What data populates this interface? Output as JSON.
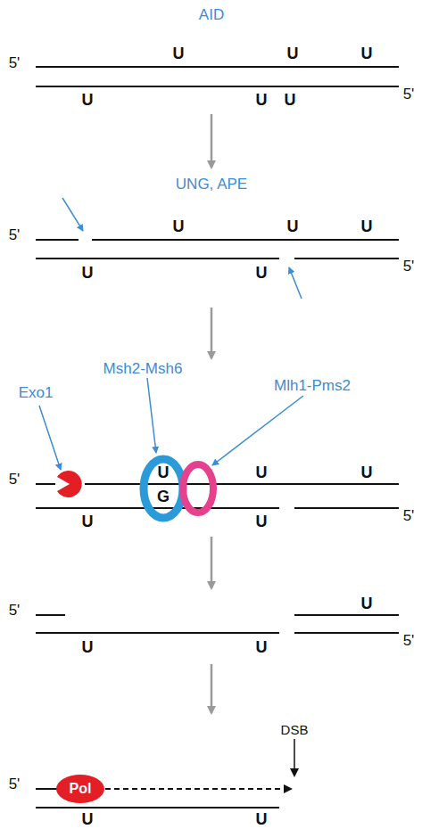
{
  "diagram": {
    "nodes": [
      {
        "text": [
          "Pol"
        ]
      }
    ],
    "labels": [
      "AID",
      "5'",
      "U",
      "U",
      "U",
      "U",
      "U",
      "U",
      "5'",
      "UNG, APE",
      "5'",
      "U",
      "U",
      "U",
      "U",
      "U",
      "5'",
      "Msh2-Msh6",
      "Exo1",
      "Mlh1-Pms2",
      "5'",
      "U",
      "U",
      "U",
      "G",
      "U",
      "U",
      "5'",
      "5'",
      "U",
      "U",
      "U",
      "5'",
      "DSB",
      "5'",
      "U",
      "U"
    ]
  }
}
